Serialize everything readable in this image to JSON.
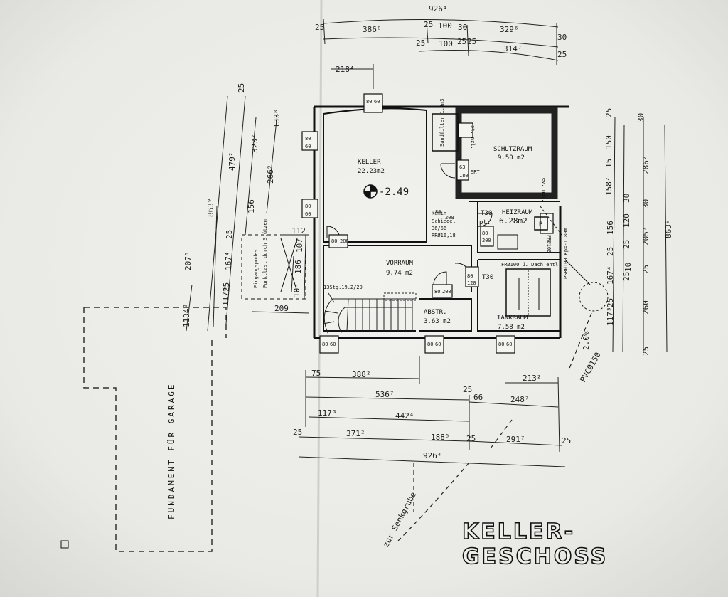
{
  "title": {
    "line1": "KELLER-",
    "line2": "GESCHOSS"
  },
  "rooms": {
    "keller": {
      "name": "KELLER",
      "area": "22.23m2"
    },
    "schutzraum": {
      "name": "SCHUTZRAUM",
      "area": "9.50 m2"
    },
    "heizraum": {
      "name": "HEIZRAUM",
      "area": "6.28m2"
    },
    "vorraum": {
      "name": "VORRAUM",
      "area": "9.74 m2"
    },
    "abstr": {
      "name": "ABSTR.",
      "area": "3.63 m2"
    },
    "tankraum": {
      "name": "TANKRAUM",
      "area": "7.58 m2"
    }
  },
  "annotations": {
    "level": "-2.49",
    "sandfilter": "Sandfilter 1,5m3",
    "stair": "13Stg.19.2/29",
    "kamin": [
      "Kamin",
      "Schiedel",
      "36/66",
      "RRØ16,18"
    ],
    "t30a": "T30",
    "t30b": "T30",
    "pt": "pt.",
    "srt": "SRT",
    "stnzl": "st. nzl.",
    "ev": "ev. nat.",
    "b": "B",
    "fr100a": "FRØ100",
    "fr100b": "FRØ100 ü. Dach entl.",
    "psr": "PSRØ100 Kp=-1.80m",
    "pvc": "PVCØ150",
    "slope": "2.0%",
    "sewer": "zur Senkgrube",
    "landing_a": "Eingangspodest",
    "landing_b": "Punktlast durch Stützen",
    "garage": "FUNDAMENT FÜR GARAGE"
  },
  "dimensions": {
    "top": [
      "926⁴",
      "25",
      "386⁸",
      "25",
      "100",
      "30",
      "329⁶",
      "30",
      "25",
      "100",
      "25",
      "25",
      "314⁷",
      "25",
      "218⁴"
    ],
    "bottom": [
      "75",
      "388²",
      "536⁷",
      "25",
      "66",
      "248⁷",
      "213²",
      "117³",
      "442⁴",
      "25",
      "371²",
      "188⁵",
      "25",
      "291⁷",
      "25",
      "926⁴"
    ],
    "left": [
      "863⁹",
      "479²",
      "323²",
      "133⁸",
      "266⁹",
      "156",
      "167⁴",
      "207⁵",
      "117³",
      "1134²",
      "25",
      "25",
      "25",
      "112",
      "107",
      "186",
      "10⁷",
      "209"
    ],
    "right": [
      "863⁹",
      "286²",
      "205⁷",
      "25",
      "150",
      "15",
      "158²",
      "156",
      "120",
      "30",
      "167⁴",
      "117³",
      "260",
      "25",
      "25",
      "25",
      "25",
      "25",
      "25",
      "30",
      "30",
      "10"
    ]
  }
}
